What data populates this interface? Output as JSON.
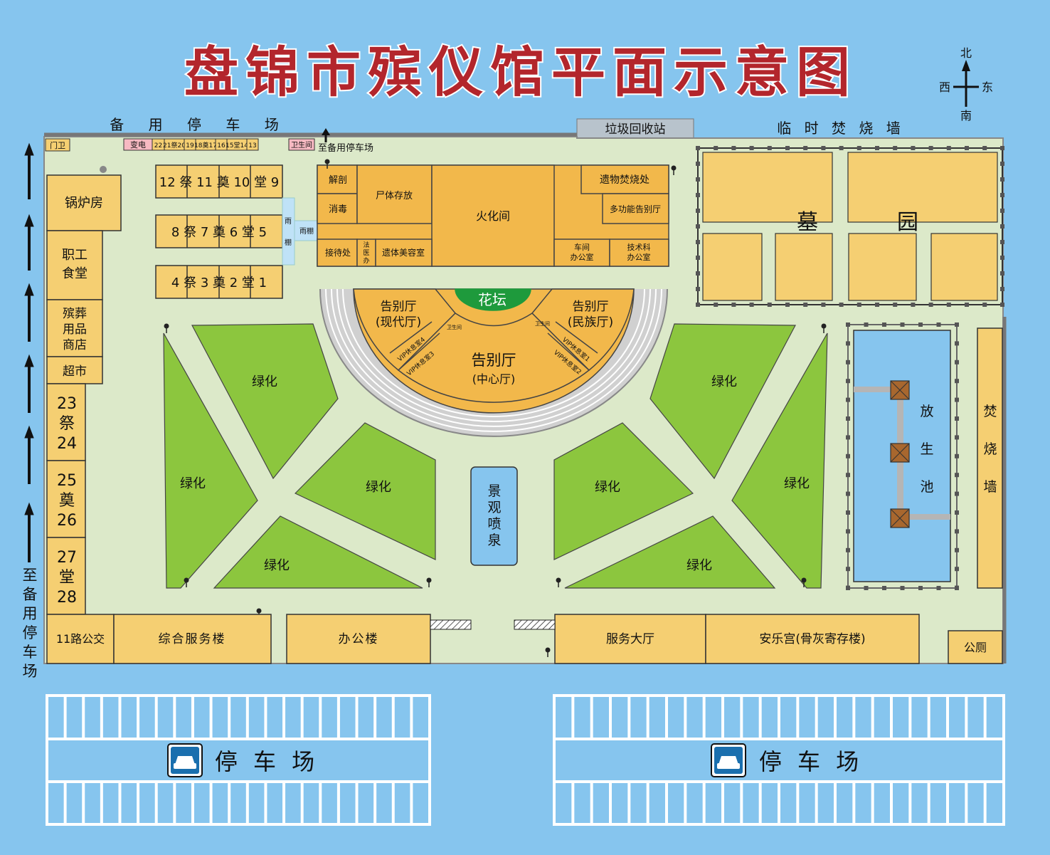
{
  "title": "盘锦市殡仪馆平面示意图",
  "compass": {
    "north": "北",
    "south": "南",
    "west": "西",
    "east": "东"
  },
  "colors": {
    "background": "#86c5ee",
    "ground": "#dce9c9",
    "building": "#f5cf72",
    "building_dark": "#f2b84b",
    "green": "#8cc63e",
    "pond": "#86c5ee",
    "title": "#b3262c"
  },
  "top": {
    "backup_parking": "备 用 停 车 场",
    "garbage_station": "垃圾回收站",
    "temp_burning_wall": "临 时 焚 烧 墙",
    "to_backup_parking": "至备用停车场"
  },
  "top_strip": {
    "guard": "门卫",
    "power": "变电",
    "rooms": [
      "22",
      "21祭20",
      "19",
      "18奠17",
      "16",
      "15堂14",
      "13"
    ],
    "toilet": "卫生间"
  },
  "left_column": {
    "boiler": "锅炉房",
    "canteen": "职工\n食堂",
    "funeral_shop": "殡葬\n用品\n商店",
    "supermarket": "超市",
    "hall_23_24": "23\n祭\n24",
    "hall_25_26": "25\n奠\n26",
    "hall_27_28": "27\n堂\n28",
    "to_backup_parking": "至备用停车场"
  },
  "memorial_rows": [
    "12 祭 11 奠 10 堂 9",
    "8 祭 7 奠 6 堂 5",
    "4 祭 3 奠 2 堂 1"
  ],
  "canopy": {
    "label": "雨棚",
    "side": "雨\n棚"
  },
  "main_building": {
    "autopsy": "解剖",
    "disinfection": "消毒",
    "body_storage": "尸体存放",
    "cremation": "火化间",
    "belongings_burning": "遗物焚烧处",
    "multi_farewell": "多功能告别厅",
    "reception": "接待处",
    "forensic": "法\n医\n办",
    "cosmetic": "遗体美容室",
    "workshop_office": "车间\n办公室",
    "tech_office": "技术科\n办公室"
  },
  "farewell": {
    "flower_bed": "花坛",
    "modern": "告别厅\n(现代厅)",
    "ethnic": "告别厅\n(民族厅)",
    "center_title": "告别厅",
    "center_sub": "(中心厅)",
    "toilet": "卫生间",
    "vip": [
      "VIP休息室1",
      "VIP休息室2",
      "VIP休息室3",
      "VIP休息室4"
    ]
  },
  "green_label": "绿化",
  "fountain": "景\n观\n喷\n泉",
  "cemetery": {
    "left": "墓",
    "right": "园"
  },
  "release_pond": "放\n生\n池",
  "burning_wall": "焚\n烧\n墙",
  "bottom_buildings": {
    "bus": "11路公交",
    "service_building": "综合服务楼",
    "office": "办公楼",
    "service_hall": "服务大厅",
    "anle_palace": "安乐宫(骨灰寄存楼)",
    "toilet": "公厕"
  },
  "parking": {
    "left": "停 车 场",
    "right": "停 车 场",
    "icon": "car-icon"
  }
}
